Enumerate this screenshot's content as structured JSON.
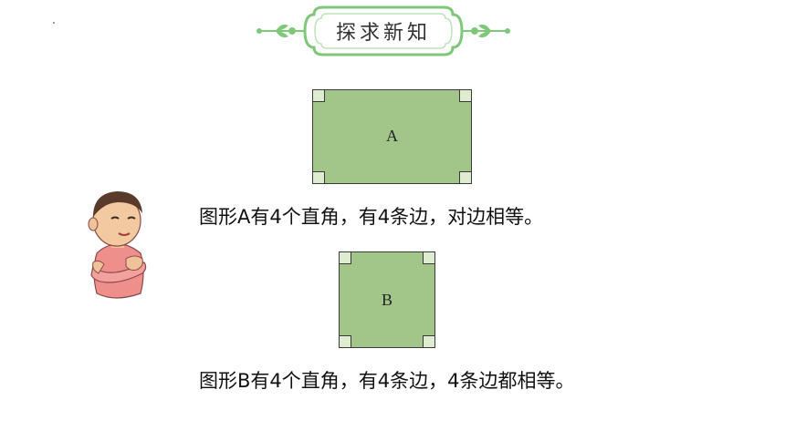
{
  "banner": {
    "title": "探求新知"
  },
  "shapes": {
    "a": {
      "label": "A",
      "description": "图形A有4个直角，有4条边，对边相等。"
    },
    "b": {
      "label": "B",
      "description": "图形B有4个直角，有4条边，4条边都相等。"
    }
  },
  "colors": {
    "banner_green": "#7fc87a",
    "shape_fill": "#a2c68a",
    "corner_fill": "#dfeccf"
  }
}
